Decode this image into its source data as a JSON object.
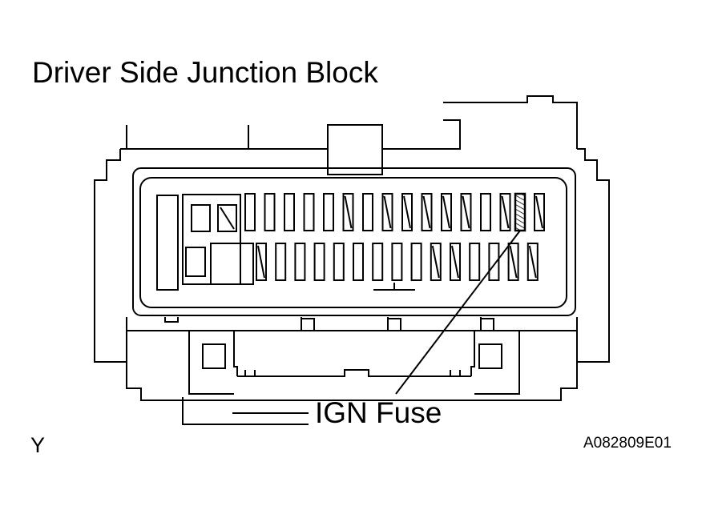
{
  "title": "Driver Side Junction Block",
  "callout_label": "IGN Fuse",
  "corner_letter": "Y",
  "figure_id": "A082809E01",
  "colors": {
    "line": "#000000",
    "background": "#ffffff"
  }
}
